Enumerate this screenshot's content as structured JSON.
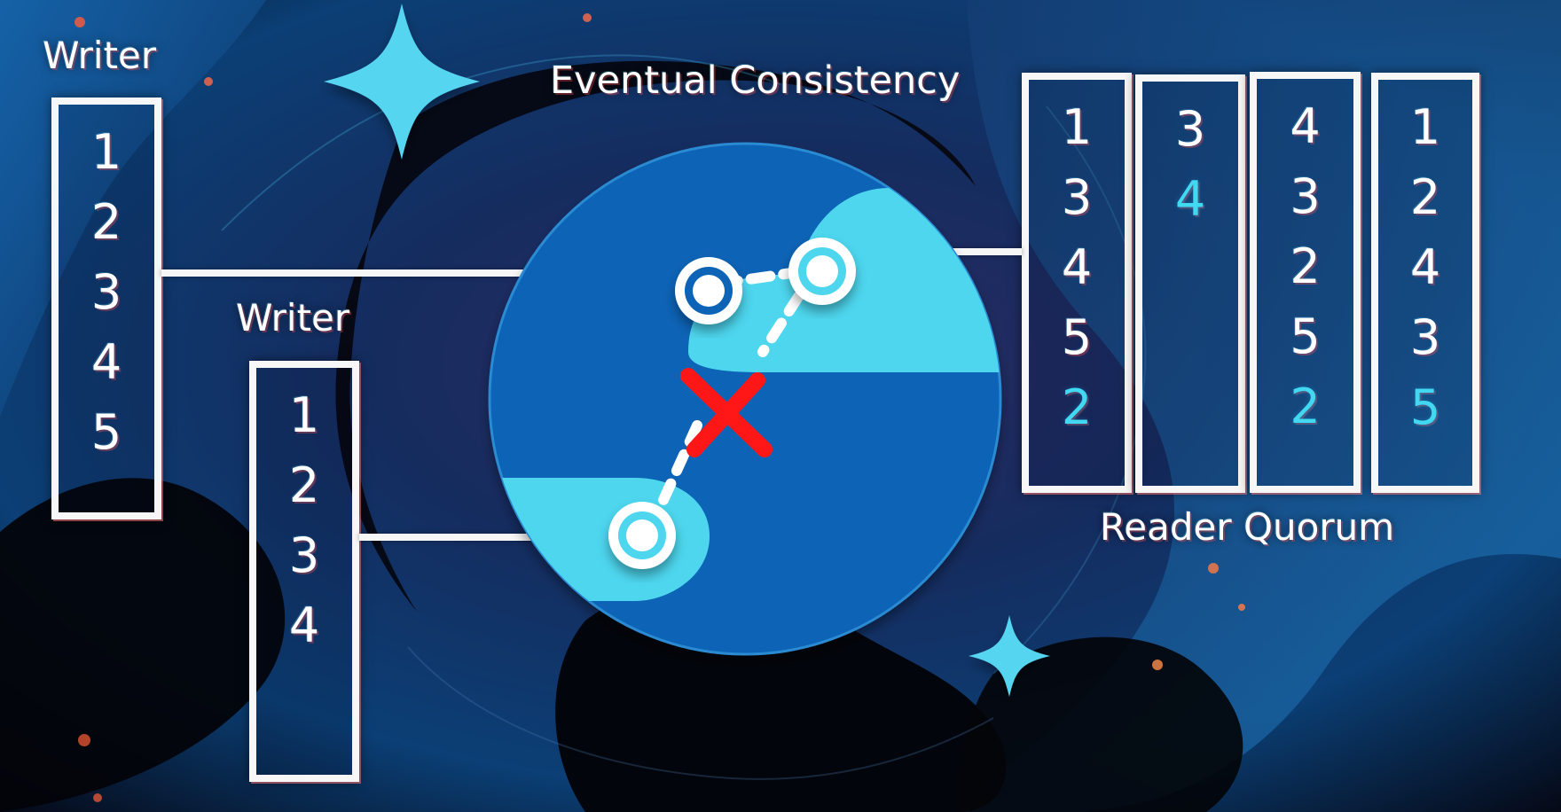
{
  "title": "Eventual Consistency",
  "writers": [
    {
      "label": "Writer",
      "items": [
        "1",
        "2",
        "3",
        "4",
        "5"
      ]
    },
    {
      "label": "Writer",
      "items": [
        "1",
        "2",
        "3",
        "4"
      ]
    }
  ],
  "reader_quorum": {
    "label": "Reader Quorum",
    "columns": [
      {
        "items": [
          {
            "text": "1",
            "highlight": false
          },
          {
            "text": "3",
            "highlight": false
          },
          {
            "text": "4",
            "highlight": false
          },
          {
            "text": "5",
            "highlight": false
          },
          {
            "text": "2",
            "highlight": true
          }
        ]
      },
      {
        "items": [
          {
            "text": "3",
            "highlight": false
          },
          {
            "text": "4",
            "highlight": true
          }
        ]
      },
      {
        "items": [
          {
            "text": "4",
            "highlight": false
          },
          {
            "text": "3",
            "highlight": false
          },
          {
            "text": "2",
            "highlight": false
          },
          {
            "text": "5",
            "highlight": false
          },
          {
            "text": "2",
            "highlight": true
          }
        ]
      },
      {
        "items": [
          {
            "text": "1",
            "highlight": false
          },
          {
            "text": "2",
            "highlight": false
          },
          {
            "text": "4",
            "highlight": false
          },
          {
            "text": "3",
            "highlight": false
          },
          {
            "text": "5",
            "highlight": true
          }
        ]
      }
    ]
  },
  "colors": {
    "background_dark": "#050713",
    "background_blue": "#0f4f8f",
    "circle_blue": "#0964b5",
    "cloud_cyan": "#4dd6ee",
    "highlight_cyan": "#41d8f1",
    "white": "#ffffff",
    "red_x": "#ff1717"
  },
  "icons": {
    "stars": [
      "sparkle-star-large",
      "sparkle-star-small"
    ],
    "nodes": [
      "writer-node",
      "replica-node",
      "second-writer-node"
    ],
    "partition_marker": "red-x-icon"
  }
}
